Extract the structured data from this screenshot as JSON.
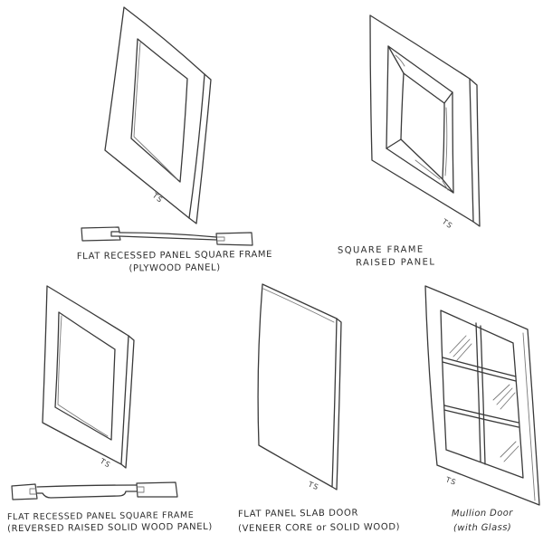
{
  "canvas": {
    "background_color": "#ffffff",
    "ink_color": "#3a3a3a",
    "description": "Hand-drawn sketch sheet of five cabinet door construction types"
  },
  "figures": [
    {
      "name": "flat-recessed-panel-plywood",
      "label_line1": "FLAT RECESSED PANEL SQUARE FRAME",
      "label_line2": "(PLYWOOD PANEL)",
      "signature": "TS",
      "has_cross_section": true
    },
    {
      "name": "square-frame-raised-panel",
      "label_line1": "SQUARE FRAME",
      "label_line2": "RAISED PANEL",
      "signature": "TS",
      "has_cross_section": false
    },
    {
      "name": "flat-recessed-panel-reversed-raised",
      "label_line1": "FLAT RECESSED PANEL SQUARE FRAME",
      "label_line2": "(REVERSED RAISED SOLID WOOD PANEL)",
      "signature": "TS",
      "has_cross_section": true
    },
    {
      "name": "flat-panel-slab-door",
      "label_line1": "FLAT PANEL SLAB DOOR",
      "label_line2": "(VENEER CORE or SOLID WOOD)",
      "signature": "TS",
      "has_cross_section": false
    },
    {
      "name": "mullion-door",
      "label_line1": "Mullion Door",
      "label_line2": "(with Glass)",
      "signature": "TS",
      "has_cross_section": false
    }
  ]
}
